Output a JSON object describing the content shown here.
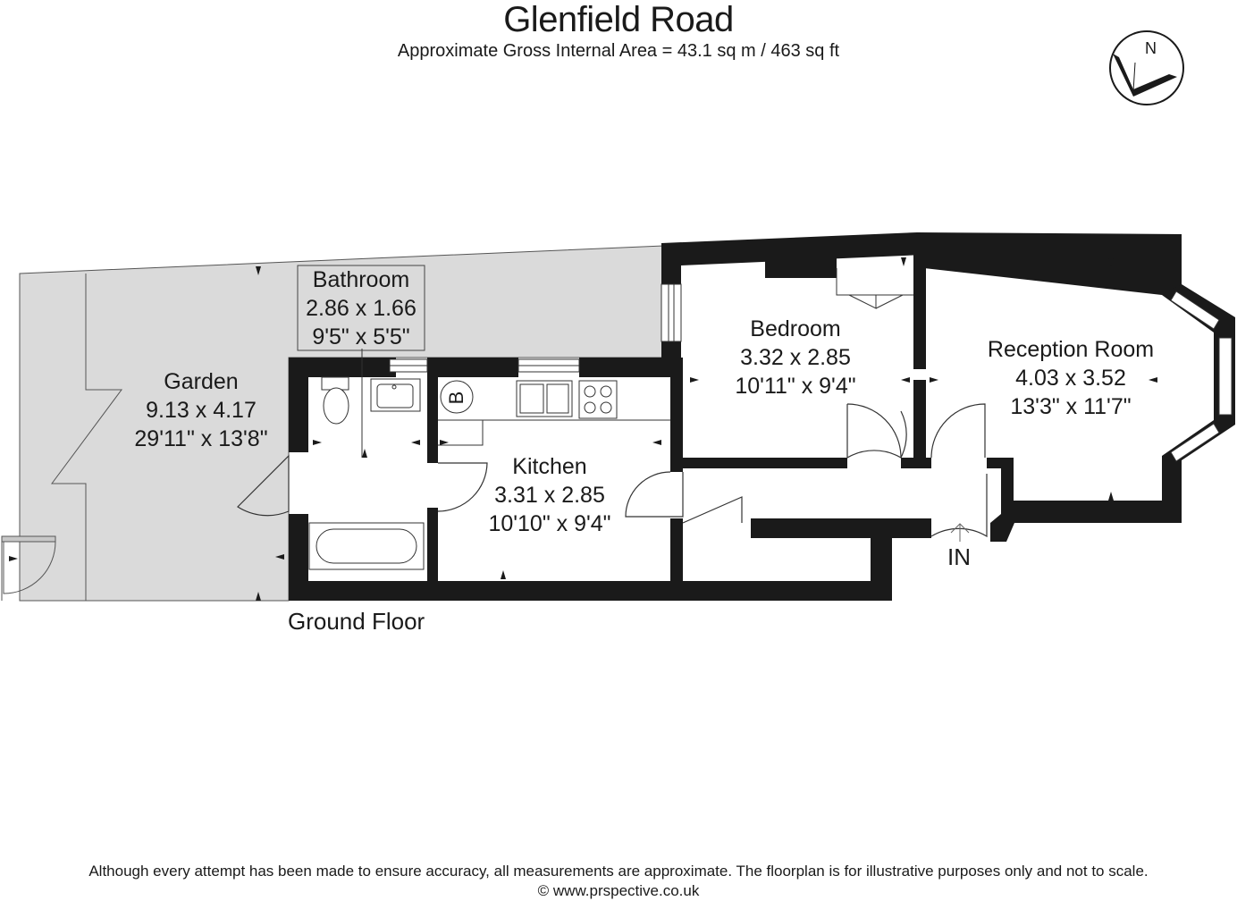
{
  "header": {
    "title": "Glenfield Road",
    "subtitle": "Approximate Gross Internal Area = 43.1 sq m / 463 sq ft"
  },
  "compass": {
    "north_label": "N"
  },
  "rooms": {
    "bathroom": {
      "name": "Bathroom",
      "metric": "2.86 x 1.66",
      "imperial": "9'5\" x 5'5\""
    },
    "garden": {
      "name": "Garden",
      "metric": "9.13 x 4.17",
      "imperial": "29'11\" x 13'8\""
    },
    "bedroom": {
      "name": "Bedroom",
      "metric": "3.32 x 2.85",
      "imperial": "10'11\" x 9'4\""
    },
    "reception": {
      "name": "Reception Room",
      "metric": "4.03 x 3.52",
      "imperial": "13'3\" x 11'7\""
    },
    "kitchen": {
      "name": "Kitchen",
      "metric": "3.31 x 2.85",
      "imperial": "10'10\" x 9'4\""
    }
  },
  "fixtures": {
    "boiler_label": "B"
  },
  "floor_label": "Ground Floor",
  "entrance_label": "IN",
  "footer": {
    "disclaimer": "Although every attempt has been made to ensure accuracy, all measurements are approximate. The floorplan is for illustrative purposes only and not to scale.",
    "copyright": "© www.prspective.co.uk"
  }
}
